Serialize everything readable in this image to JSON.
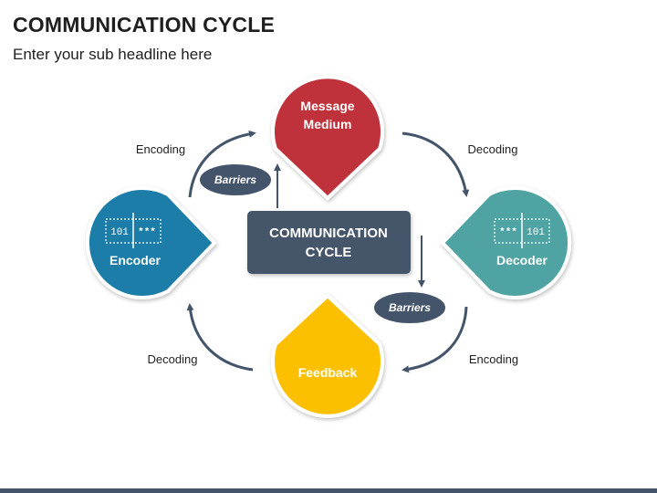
{
  "header": {
    "title": "COMMUNICATION CYCLE",
    "subtitle": "Enter your sub headline here"
  },
  "center": {
    "label_line1": "COMMUNICATION",
    "label_line2": "CYCLE",
    "color": "#44546a"
  },
  "nodes": {
    "message": {
      "line1": "Message",
      "line2": "Medium",
      "color": "#c0303a"
    },
    "encoder": {
      "label": "Encoder",
      "color": "#1f7ea8",
      "code_left": "101",
      "code_right": "***"
    },
    "decoder": {
      "label": "Decoder",
      "color": "#4fa3a3",
      "code_left": "***",
      "code_right": "101"
    },
    "feedback": {
      "label": "Feedback",
      "color": "#fcc000"
    }
  },
  "barriers": {
    "top": "Barriers",
    "bottom": "Barriers",
    "color": "#44546a"
  },
  "arrows": {
    "top_left": "Encoding",
    "top_right": "Decoding",
    "bottom_left": "Decoding",
    "bottom_right": "Encoding",
    "color": "#44546a"
  }
}
